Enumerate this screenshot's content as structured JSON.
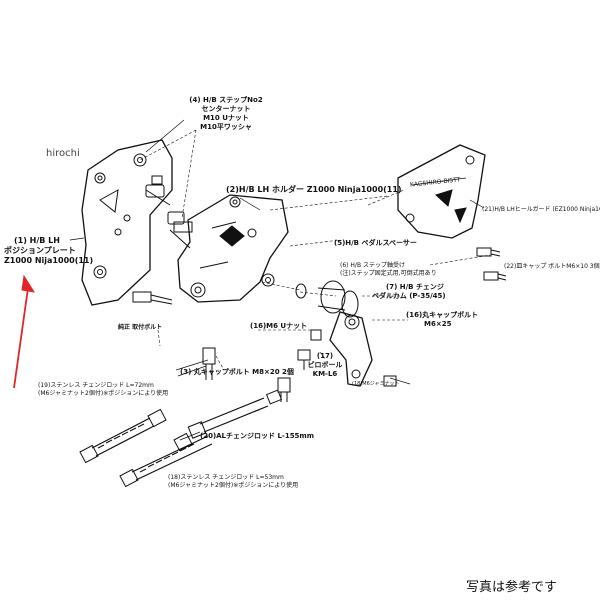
{
  "watermark": "hirochi",
  "footer_note": "写真は参考です",
  "callouts": {
    "step_no2": [
      "(4) H/B ステップNo2",
      "センターナット",
      "M10 Uナット",
      "M10平ワッシャ"
    ],
    "holder": "(2)H/B LH ホルダー Z1000 Ninja1000(11)",
    "heel_guard": "(21)H/B LHヒールガード (EZ1000 Ninja1000)",
    "position_plate": [
      "(1) H/B LH",
      "ポジションプレート",
      "Z1000 Nija1000(11)"
    ],
    "pedal_spacer": "(5)H/B ペダルスペーサー",
    "cap_screw_m6x10": "(22)皿キャップ ボルトM6×10 3個",
    "step_bearing": [
      "(6) H/B ステップ軸受け",
      "(注)ステップ固定式用,可倒式用あり"
    ],
    "change_pedal_arm": [
      "(7) H/B チェンジ",
      "ペダルカム (P-35/45)"
    ],
    "genuine_bolt": "純正 取付ボルト",
    "m6_u_nut": "(16)M6 Uナット",
    "cap_bolt_m6x25": [
      "(16)丸キャップボルト",
      "M6×25"
    ],
    "pillow_ball": [
      "(17)",
      "ピロボール",
      "KM-L6"
    ],
    "cap_bolt_m8x20": "(3) 丸キャップボルト M8×20 2個",
    "m6_jam_nut": "(18)M6ジャミナット",
    "rod_72": [
      "(19)ステンレス チェンジロッド L=72mm",
      "(M6ジャミナット2個付)※ポジションにより使用"
    ],
    "al_change_rod": "(20)ALチェンジロッド L-155mm",
    "rod_53": [
      "(18)ステンレス チェンジロッド L=53mm",
      "(M6ジャミナット2個付)※ポジションにより使用"
    ],
    "plate_stamp": "KAGSHIRO-BISTT"
  },
  "colors": {
    "ink": "#111111",
    "arrow": "#e0262b",
    "paper": "#ffffff"
  }
}
